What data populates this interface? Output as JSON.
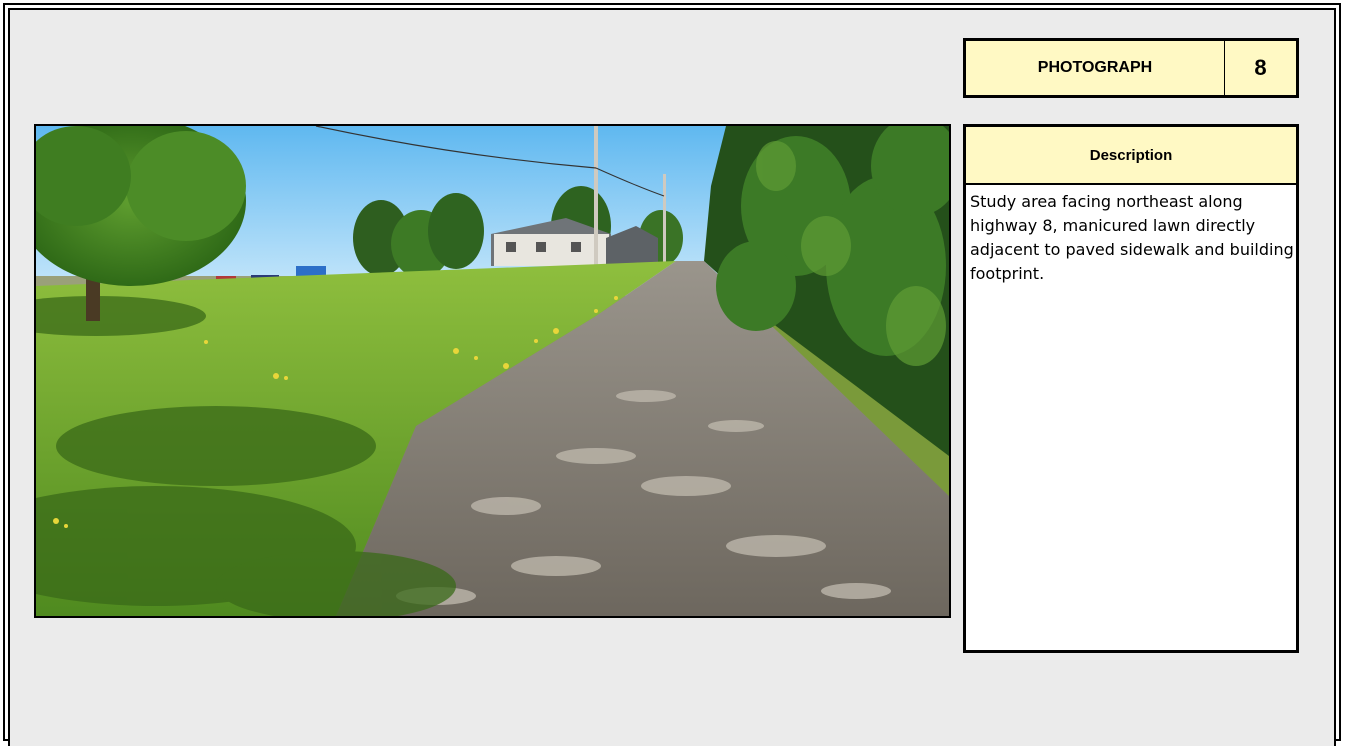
{
  "photo_label": {
    "label": "PHOTOGRAPH",
    "number": "8"
  },
  "description": {
    "heading": "Description",
    "text": "Study area facing northeast along highway 8, manicured lawn directly adjacent to paved sidewalk and building footprint."
  },
  "colors": {
    "label_background": "#fff9c4",
    "page_background": "#ebebeb"
  },
  "photo": {
    "subject": "site-photograph"
  }
}
